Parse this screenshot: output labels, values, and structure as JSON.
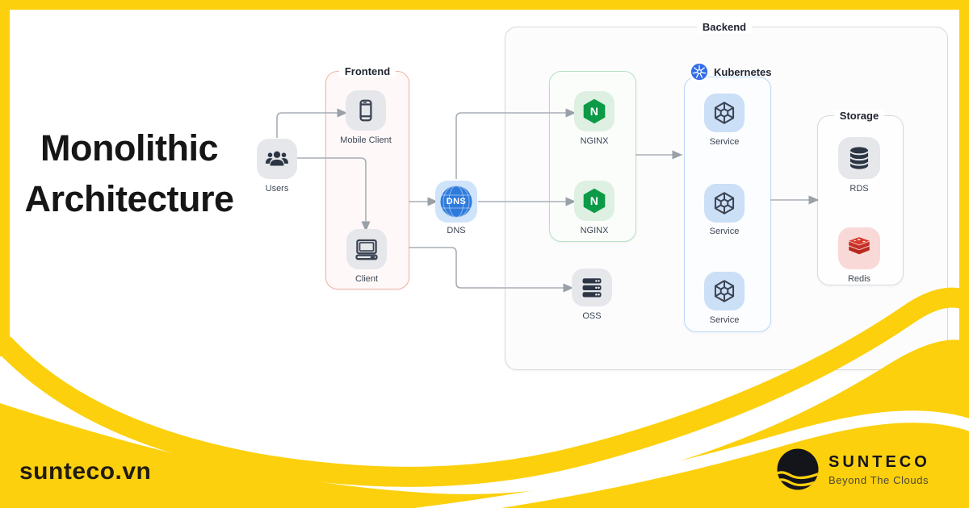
{
  "title": {
    "line1": "Monolithic",
    "line2": "Architecture"
  },
  "groups": {
    "frontend": {
      "label": "Frontend"
    },
    "backend": {
      "label": "Backend"
    },
    "kubernetes": {
      "label": "Kubernetes"
    },
    "storage": {
      "label": "Storage"
    }
  },
  "nodes": {
    "users": {
      "label": "Users"
    },
    "mobile_client": {
      "label": "Mobile Client"
    },
    "client": {
      "label": "Client"
    },
    "dns": {
      "label": "DNS",
      "badge": "DNS"
    },
    "nginx1": {
      "label": "NGINX",
      "letter": "N"
    },
    "nginx2": {
      "label": "NGINX",
      "letter": "N"
    },
    "oss": {
      "label": "OSS"
    },
    "service1": {
      "label": "Service"
    },
    "service2": {
      "label": "Service"
    },
    "service3": {
      "label": "Service"
    },
    "rds": {
      "label": "RDS"
    },
    "redis": {
      "label": "Redis"
    }
  },
  "footer": {
    "website": "sunteco.vn",
    "brand": "SUNTECO",
    "tagline": "Beyond The Clouds"
  },
  "colors": {
    "brand_yellow": "#FCD00D",
    "nginx_green": "#0C9A47",
    "kubernetes_blue": "#326DE6",
    "dns_blue": "#2E7BDC",
    "redis_red": "#C6302B"
  }
}
